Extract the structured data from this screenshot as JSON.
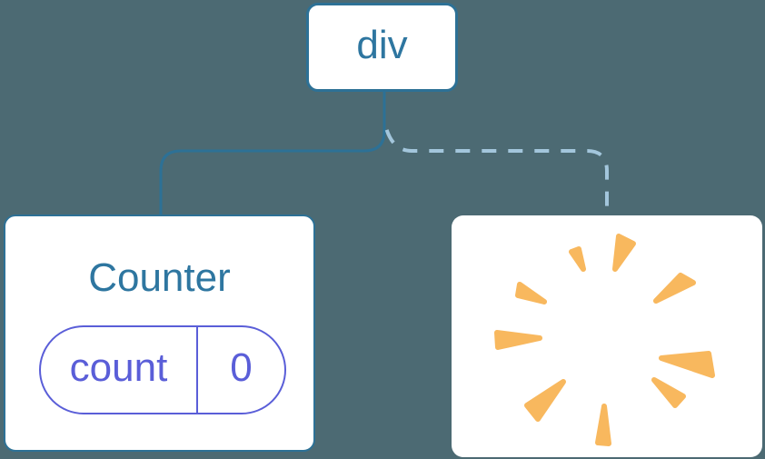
{
  "colors": {
    "canvas_bg": "#4c6a73",
    "card_bg": "#ffffff",
    "node_border": "#2d7196",
    "node_text": "#2e76a0",
    "solid_edge": "#2d7196",
    "dashed_edge": "#a3c6dc",
    "state_accent": "#5a5ed8",
    "poof": "#f8b85e"
  },
  "tree": {
    "root": {
      "label": "div"
    },
    "edges": [
      {
        "from": "div",
        "to": "Counter",
        "style": "solid"
      },
      {
        "from": "div",
        "to": "removed",
        "style": "dashed"
      }
    ],
    "children": [
      {
        "id": "counter",
        "label": "Counter",
        "state": {
          "name": "count",
          "value": "0"
        }
      },
      {
        "id": "removed",
        "label": "",
        "icon": "poof-icon"
      }
    ]
  }
}
